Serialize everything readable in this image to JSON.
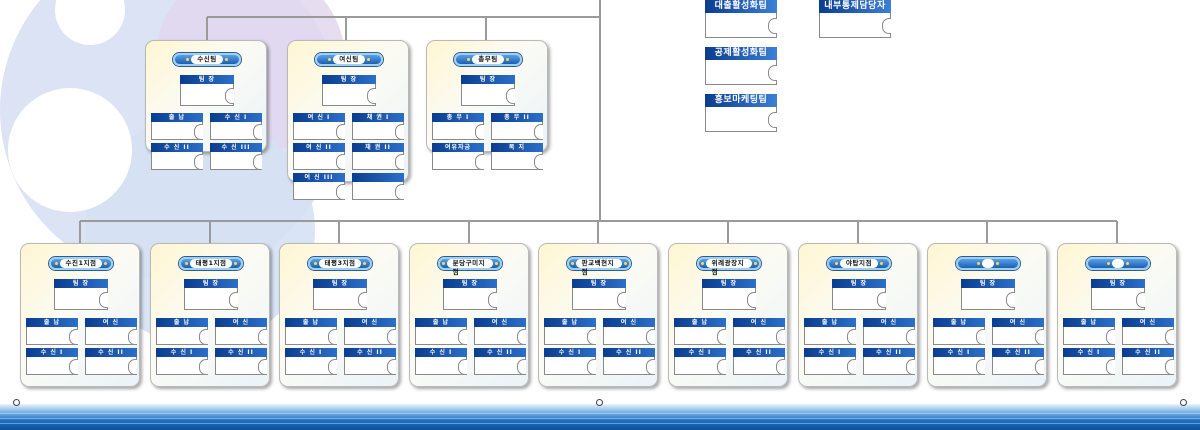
{
  "teams_top": [
    {
      "name": "수신팀",
      "head": "팀 장",
      "slots": [
        "출 납",
        "수 신 I",
        "수 신 II",
        "수 신 III"
      ]
    },
    {
      "name": "여신팀",
      "head": "팀 장",
      "slots": [
        "여 신 I",
        "채 권 I",
        "여 신 II",
        "채 권 II",
        "여 신 III",
        ""
      ]
    },
    {
      "name": "총무팀",
      "head": "팀 장",
      "slots": [
        "총 무 I",
        "총 무 II",
        "여유자금",
        "복 지"
      ]
    }
  ],
  "side_units": [
    {
      "name": "대출활성화팀"
    },
    {
      "name": "공제활성화팀"
    },
    {
      "name": "홍보마케팅팀"
    },
    {
      "name": "내부통제담당자"
    }
  ],
  "branches": [
    {
      "name": "수진1지점",
      "head": "팀 장",
      "slots": [
        "출 납",
        "여 신",
        "수 신 I",
        "수 신 II"
      ]
    },
    {
      "name": "태평1지점",
      "head": "팀 장",
      "slots": [
        "출 납",
        "여 신",
        "수 신 I",
        "수 신 II"
      ]
    },
    {
      "name": "태평3지점",
      "head": "팀 장",
      "slots": [
        "출 납",
        "여 신",
        "수 신 I",
        "수 신 II"
      ]
    },
    {
      "name": "분당구미지점",
      "head": "팀 장",
      "slots": [
        "출 납",
        "여 신",
        "수 신 I",
        "수 신 II"
      ]
    },
    {
      "name": "판교백현지점",
      "head": "팀 장",
      "slots": [
        "출 납",
        "여 신",
        "수 신 I",
        "수 신 II"
      ]
    },
    {
      "name": "위례광장지점",
      "head": "팀 장",
      "slots": [
        "출 납",
        "여 신",
        "수 신 I",
        "수 신 II"
      ]
    },
    {
      "name": "야탑지점",
      "head": "팀 장",
      "slots": [
        "출 납",
        "여 신",
        "수 신 I",
        "수 신 II"
      ]
    },
    {
      "name": "",
      "head": "팀 장",
      "slots": [
        "출 납",
        "여 신",
        "수 신 I",
        "수 신 II"
      ]
    },
    {
      "name": "",
      "head": "팀 장",
      "slots": [
        "출 납",
        "여 신",
        "수 신 I",
        "수 신 II"
      ]
    }
  ],
  "colors": {
    "header_blue": "#0b3d8f",
    "line_gray": "#9a9a9a",
    "card_cream": "#fff6d2"
  }
}
